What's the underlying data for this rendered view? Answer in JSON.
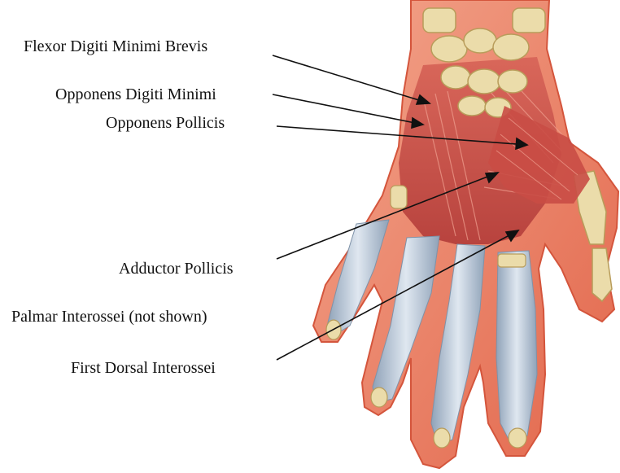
{
  "labels": {
    "flexor_digiti_minimi_brevis": "Flexor Digiti Minimi Brevis",
    "opponens_digiti_minimi": "Opponens Digiti Minimi",
    "opponens_pollicis": "Opponens Pollicis",
    "adductor_pollicis": "Adductor Pollicis",
    "palmar_interossei": "Palmar Interossei (not shown)",
    "first_dorsal_interossei": "First Dorsal Interossei"
  },
  "colors": {
    "skin_outline": "#e06a4e",
    "muscle": "#c8504a",
    "muscle_light": "#e58a7a",
    "bone": "#e8d6a0",
    "tendon": "#b9c6d6",
    "leader_line": "#111111"
  }
}
